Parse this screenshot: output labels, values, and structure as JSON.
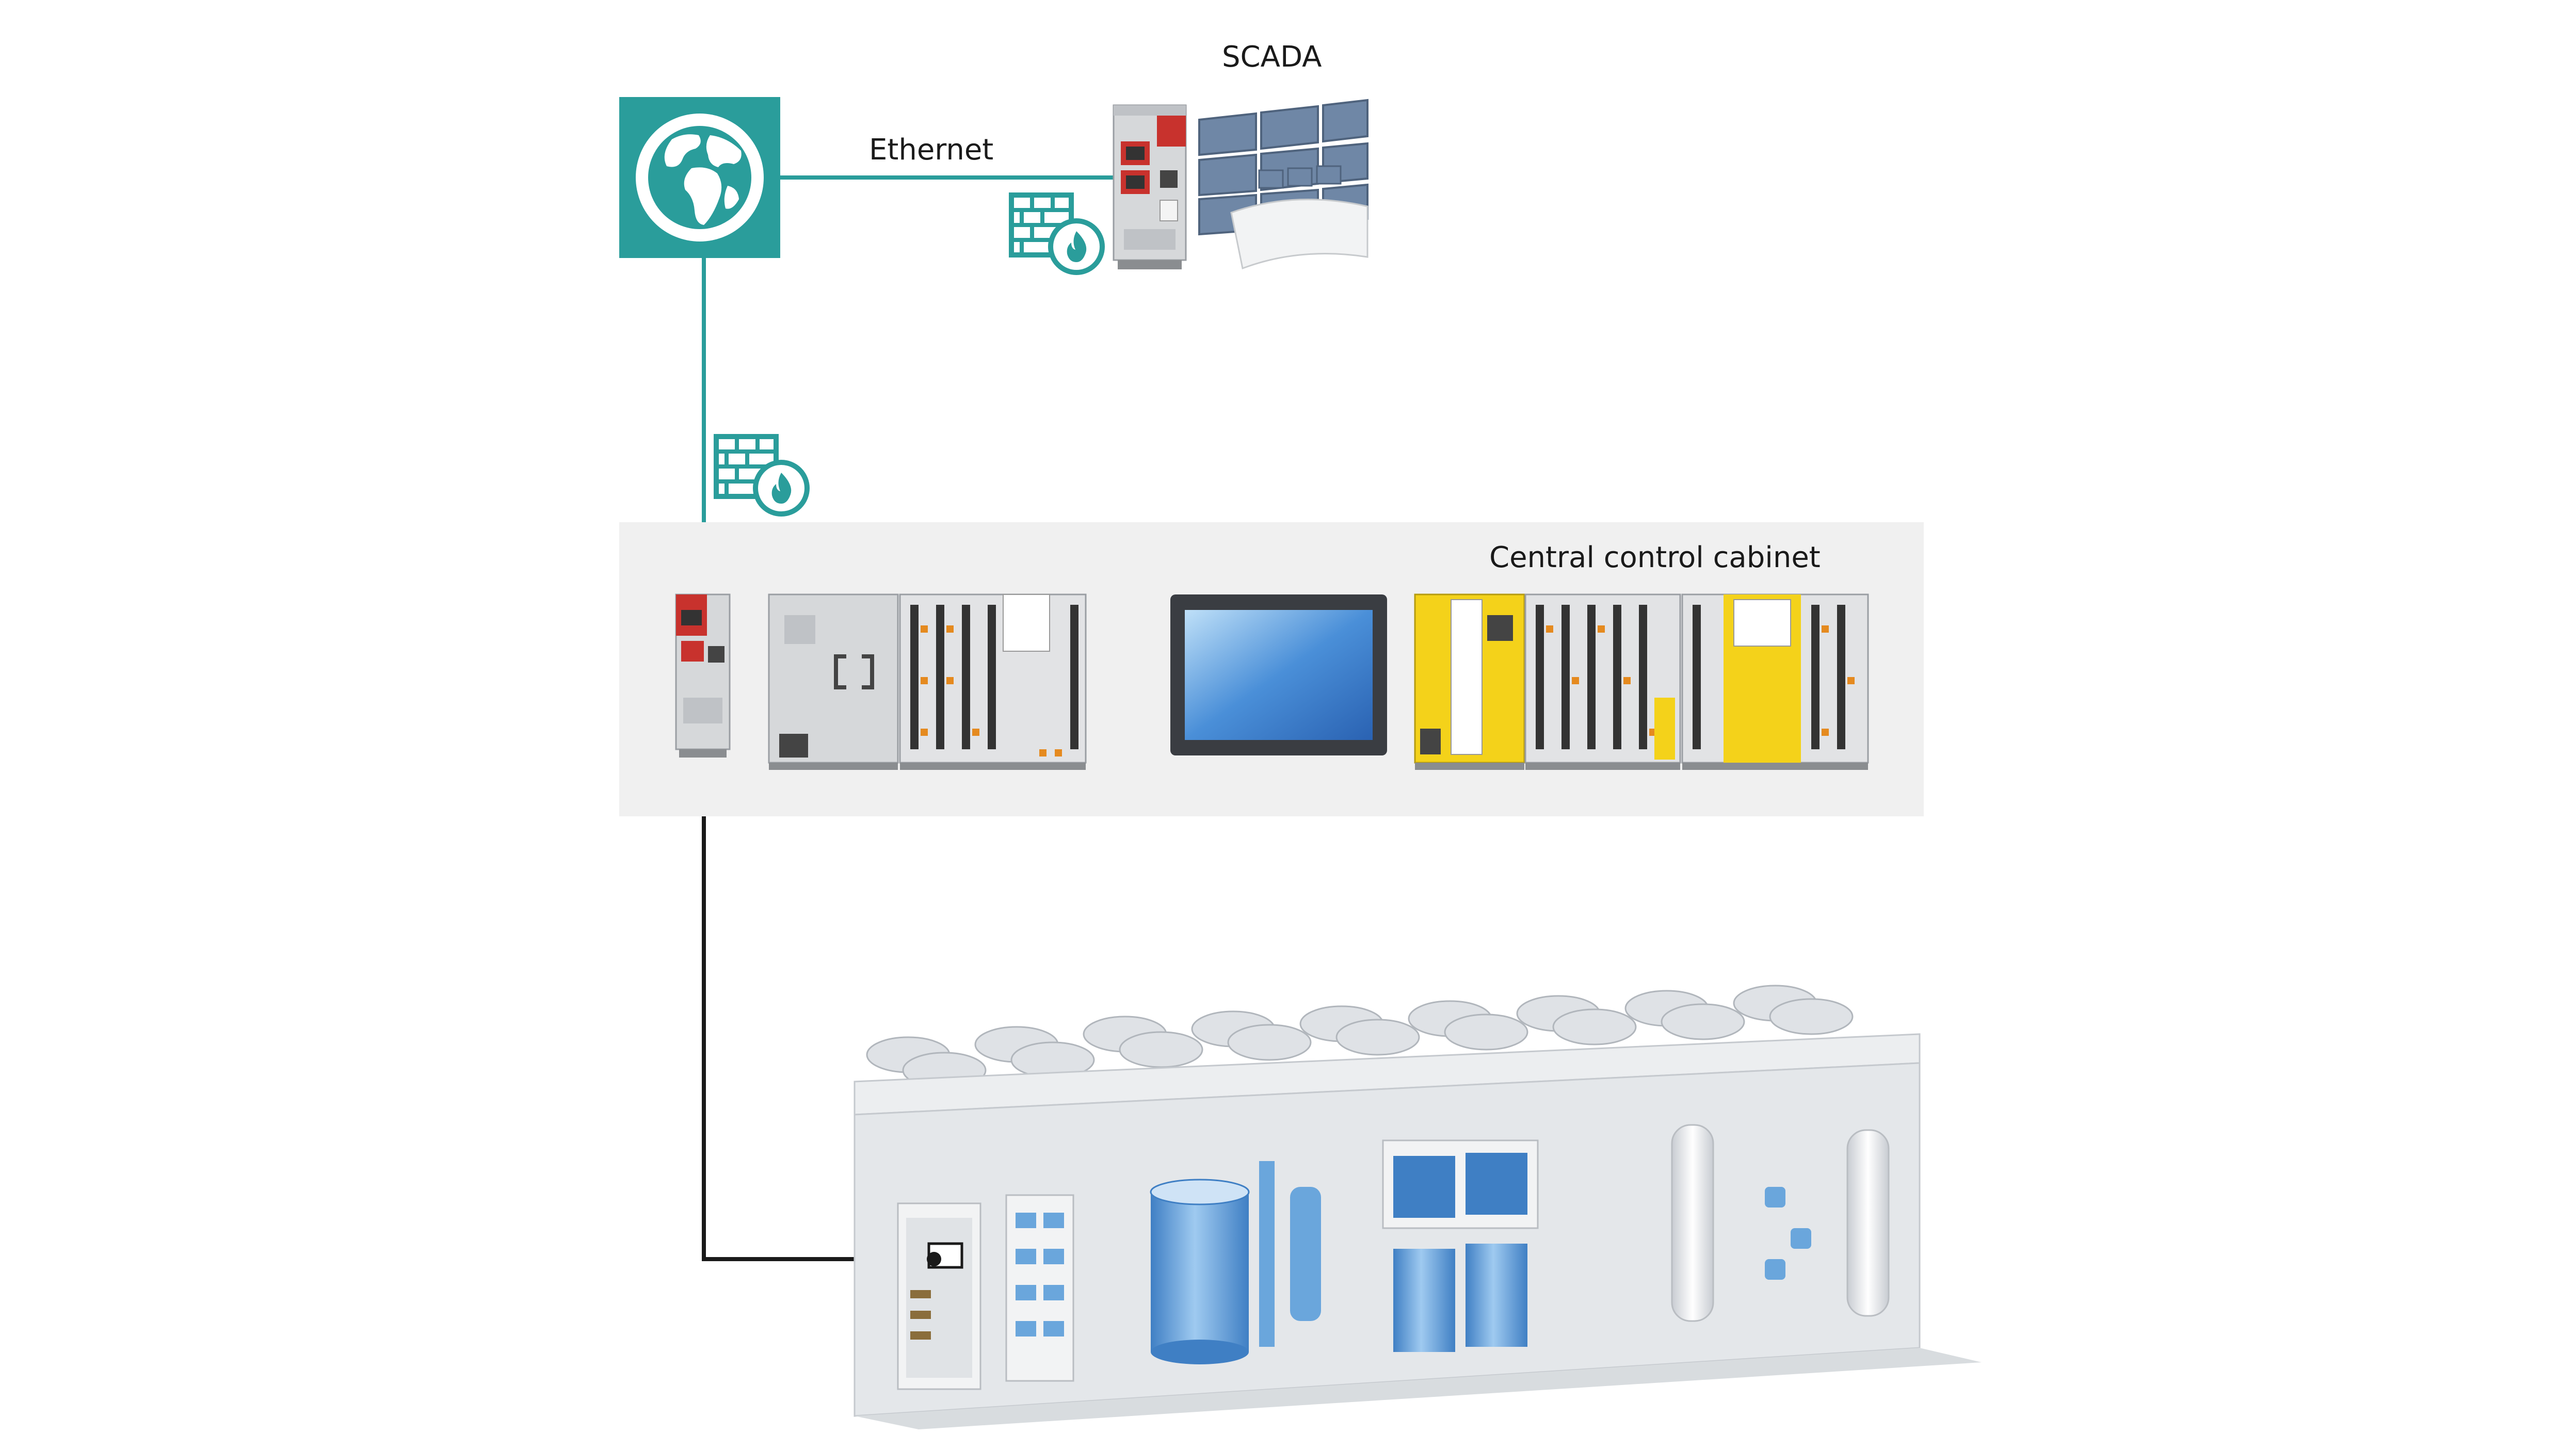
{
  "labels": {
    "scada": "SCADA",
    "ethernet": "Ethernet",
    "central_cabinet": "Central control cabinet"
  },
  "colors": {
    "teal": "#2a9d9b",
    "network_line": "#2a9d9b",
    "field_line": "#1a1a1a",
    "cabinet_bg": "#f0f0f0",
    "device_gray": "#d6d8da",
    "device_red": "#c8322d",
    "safety_yellow": "#f4d21a",
    "screen_blue": "#4a8fd8",
    "monitor_blue": "#6f87a6",
    "plant_blue": "#6aa6dc"
  },
  "icons": {
    "internet": "globe-icon",
    "firewall_top": "firewall-icon",
    "firewall_mid": "firewall-icon"
  }
}
